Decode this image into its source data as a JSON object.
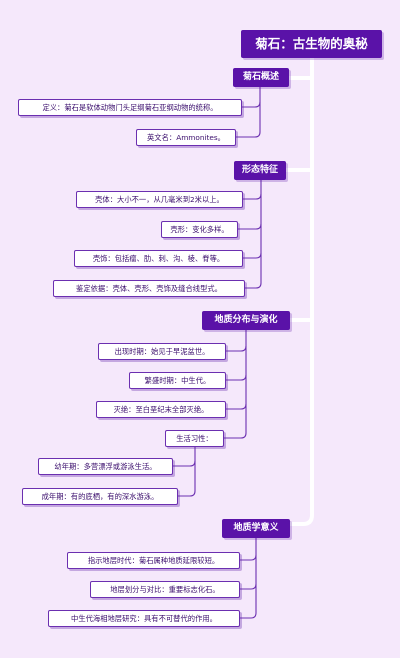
{
  "title": "菊石：古生物的奥秘",
  "sections": {
    "overview": {
      "title": "菊石概述",
      "items": [
        "定义：菊石是软体动物门头足纲菊石亚纲动物的统称。",
        "英文名：Ammonites。"
      ]
    },
    "morphology": {
      "title": "形态特征",
      "items": [
        "壳体：大小不一，从几毫米到2米以上。",
        "壳形：变化多样。",
        "壳饰：包括瘤、肋、刺、沟、棱、脊等。",
        "鉴定依据：壳体、壳形、壳饰及缝合线型式。"
      ]
    },
    "distribution": {
      "title": "地质分布与演化",
      "items": [
        "出现时期：始见于早泥盆世。",
        "繁盛时期：中生代。",
        "灭绝：至白垩纪末全部灭绝。",
        "生活习性："
      ],
      "habits": [
        "幼年期：多营漂浮或游泳生活。",
        "成年期：有的底栖，有的深水游泳。"
      ]
    },
    "significance": {
      "title": "地质学意义",
      "items": [
        "指示地层时代：菊石属种地质延限较短。",
        "地层划分与对比：重要标志化石。",
        "中生代海相地层研究：具有不可替代的作用。"
      ]
    }
  }
}
